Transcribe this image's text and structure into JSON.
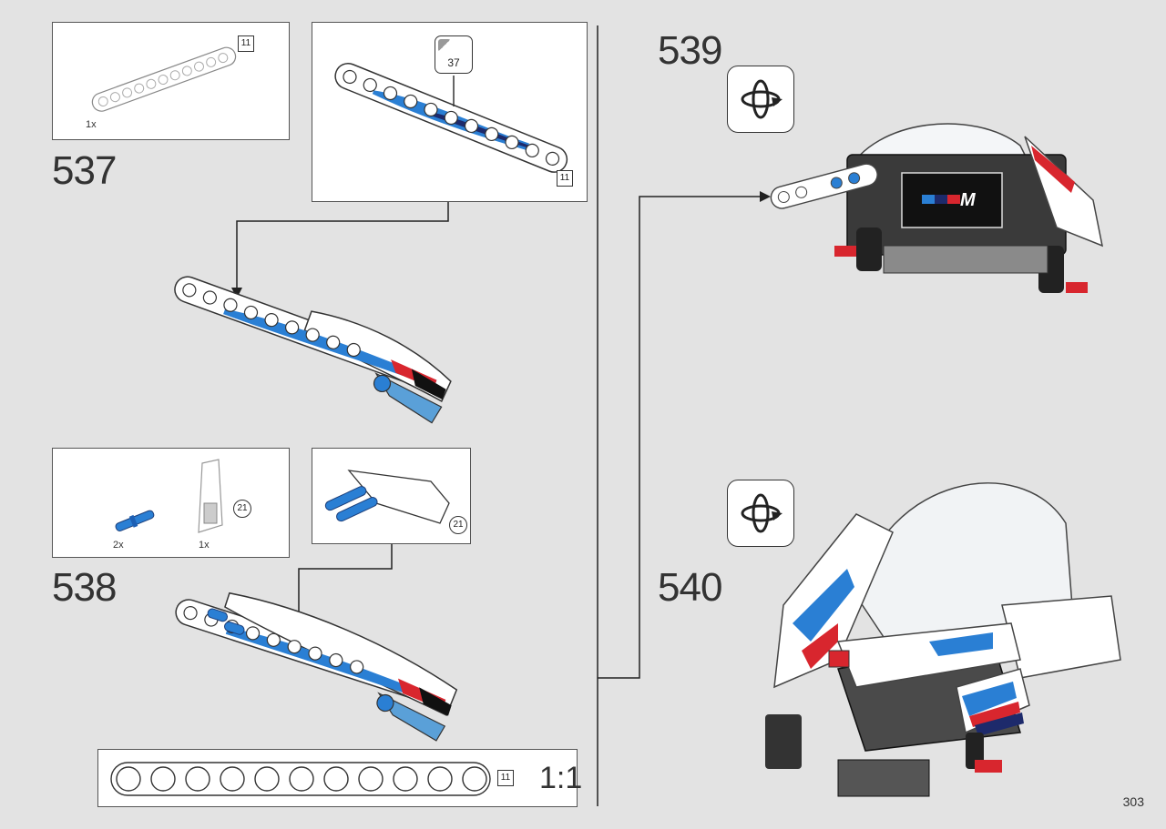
{
  "page": {
    "number": "303"
  },
  "steps": [
    {
      "number": "537",
      "parts": [
        {
          "qty": "1x",
          "length": "11"
        }
      ],
      "sub_callout_length": "11",
      "sticker": "37"
    },
    {
      "number": "538",
      "parts": [
        {
          "qty": "2x"
        },
        {
          "qty": "1x",
          "ref": "21"
        }
      ],
      "sub_ref": "21"
    },
    {
      "number": "539"
    },
    {
      "number": "540"
    }
  ],
  "scale_bar": {
    "length": "11",
    "label": "1:1"
  },
  "icons": [
    "rotate-model-icon"
  ],
  "colors": {
    "background": "#e3e3e3",
    "line": "#222222",
    "brand_blue": "#2a7fd4",
    "brand_red": "#d8262e",
    "navy": "#1d2a6b"
  }
}
